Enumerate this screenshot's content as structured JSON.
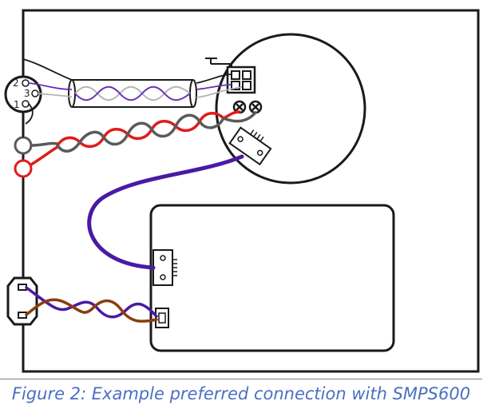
{
  "caption": "Figure 2: Example preferred connection with SMPS600",
  "connector_pins": [
    "2",
    "3",
    "1"
  ],
  "colors": {
    "outline": "#1a1a1a",
    "wire_red": "#e01b1b",
    "wire_grey": "#5a5a5a",
    "wire_purple": "#4a1aa3",
    "wire_brown": "#8b3d0c",
    "wire_light": "#b5b5b5",
    "caption": "#4a6fc2"
  },
  "icons": [
    "ground-symbol",
    "screw-terminal-icon",
    "iec-inlet-icon",
    "xlr-connector-icon"
  ]
}
